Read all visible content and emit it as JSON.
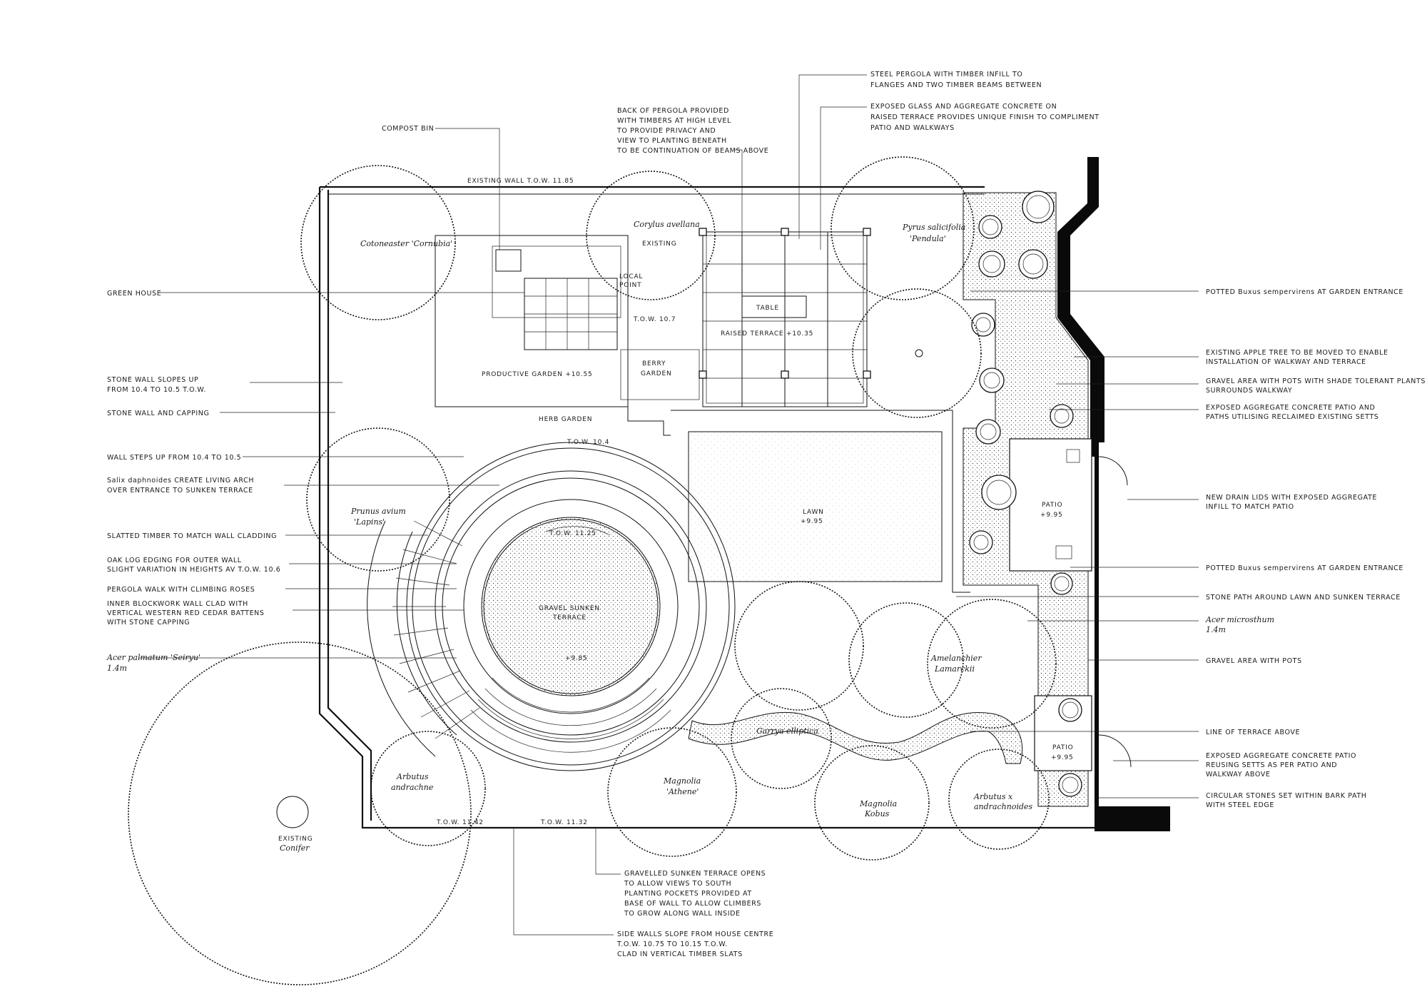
{
  "left_notes": [
    "GREEN HOUSE",
    "STONE WALL SLOPES UP",
    "FROM 10.4 TO 10.5 T.O.W.",
    "STONE WALL AND CAPPING",
    "WALL STEPS UP FROM 10.4 TO 10.5",
    "Salix daphnoides CREATE LIVING ARCH",
    "OVER ENTRANCE TO SUNKEN TERRACE",
    "SLATTED TIMBER   TO MATCH WALL CLADDING",
    "OAK LOG EDGING FOR OUTER WALL",
    "SLIGHT VARIATION IN HEIGHTS AV T.O.W. 10.6",
    "PERGOLA WALK WITH CLIMBING ROSES",
    "INNER BLOCKWORK WALL CLAD WITH",
    "VERTICAL WESTERN RED CEDAR BATTENS",
    "WITH STONE CAPPING",
    "Acer palmatum 'Seiryu'",
    "1.4m"
  ],
  "right_notes": [
    "POTTED Buxus sempervirens AT GARDEN ENTRANCE",
    "EXISTING APPLE TREE TO BE MOVED TO ENABLE",
    "INSTALLATION OF WALKWAY AND TERRACE",
    "GRAVEL AREA WITH POTS WITH SHADE TOLERANT PLANTS",
    "SURROUNDS WALKWAY",
    "EXPOSED AGGREGATE CONCRETE PATIO AND",
    "PATHS UTILISING RECLAIMED EXISTING SETTS",
    "NEW DRAIN LIDS WITH EXPOSED AGGREGATE",
    "INFILL TO MATCH PATIO",
    "POTTED Buxus sempervirens AT GARDEN ENTRANCE",
    "STONE PATH AROUND LAWN AND SUNKEN TERRACE",
    "Acer microsthum",
    "1.4m",
    "GRAVEL AREA WITH POTS",
    "LINE OF TERRACE ABOVE",
    "EXPOSED AGGREGATE CONCRETE PATIO",
    "REUSING SETTS AS PER PATIO AND",
    "WALKWAY ABOVE",
    "CIRCULAR STONES SET WITHIN BARK PATH",
    "WITH STEEL EDGE"
  ],
  "top_notes": [
    "STEEL PERGOLA WITH TIMBER INFILL TO",
    "FLANGES AND TWO TIMBER BEAMS BETWEEN",
    "EXPOSED GLASS AND AGGREGATE CONCRETE ON",
    "RAISED TERRACE PROVIDES UNIQUE FINISH TO COMPLIMENT",
    "PATIO AND WALKWAYS",
    "BACK OF PERGOLA PROVIDED",
    "WITH TIMBERS AT HIGH LEVEL",
    "TO PROVIDE PRIVACY AND",
    "VIEW TO PLANTING BENEATH",
    "TO BE CONTINUATION OF BEAMS ABOVE",
    "COMPOST BIN"
  ],
  "bottom_notes": [
    "GRAVELLED SUNKEN TERRACE OPENS",
    "TO ALLOW VIEWS TO SOUTH",
    "PLANTING POCKETS PROVIDED AT",
    "BASE OF WALL TO ALLOW CLIMBERS",
    "TO GROW ALONG WALL INSIDE",
    "SIDE WALLS SLOPE FROM HOUSE CENTRE",
    "T.O.W. 10.75 TO 10.15 T.O.W.",
    "CLAD IN VERTICAL TIMBER SLATS"
  ],
  "plan_labels": {
    "existing_wall": "EXISTING WALL T.O.W. 11.85",
    "cotoneaster": "Cotoneaster 'Cornubia'",
    "corylus": "Corylus avellana",
    "existing": "EXISTING",
    "pyrus_1": "Pyrus salicifolia",
    "pyrus_2": "'Pendula'",
    "table": "TABLE",
    "raised_terrace": "RAISED TERRACE +10.35",
    "tow_107": "T.O.W. 10.7",
    "productive_garden": "PRODUCTIVE GARDEN +10.55",
    "berry_1": "BERRY",
    "berry_2": "GARDEN",
    "herb_garden": "HERB GARDEN",
    "tow_104": "T.O.W. 10.4",
    "tow_1125": "T.O.W. 11.25",
    "prunus_1": "Prunus avium",
    "prunus_2": "'Lapins'",
    "lawn_1": "LAWN",
    "lawn_2": "+9.95",
    "patio_1": "PATIO",
    "patio_2": "+9.95",
    "gravel_1": "GRAVEL SUNKEN",
    "gravel_2": "TERRACE",
    "level_985": "+9.85",
    "amelanchier_1": "Amelanchier",
    "amelanchier_2": "Lamarckii",
    "garrya": "Garrya elliptica",
    "arbutus_1": "Arbutus",
    "arbutus_2": "andrachne",
    "magnolia_1": "Magnolia",
    "magnolia_2": "'Athene'",
    "magnolia2_1": "Magnolia",
    "magnolia2_2": "Kobus",
    "arbutus2_1": "Arbutus x",
    "arbutus2_2": "andrachnoides",
    "patio2_1": "PATIO",
    "patio2_2": "+9.95",
    "tow_1142": "T.O.W. 11.42",
    "tow_1132": "T.O.W. 11.32",
    "conifer_1": "EXISTING",
    "conifer_2": "Conifer",
    "local_1": "LOCAL",
    "local_2": "POINT"
  }
}
